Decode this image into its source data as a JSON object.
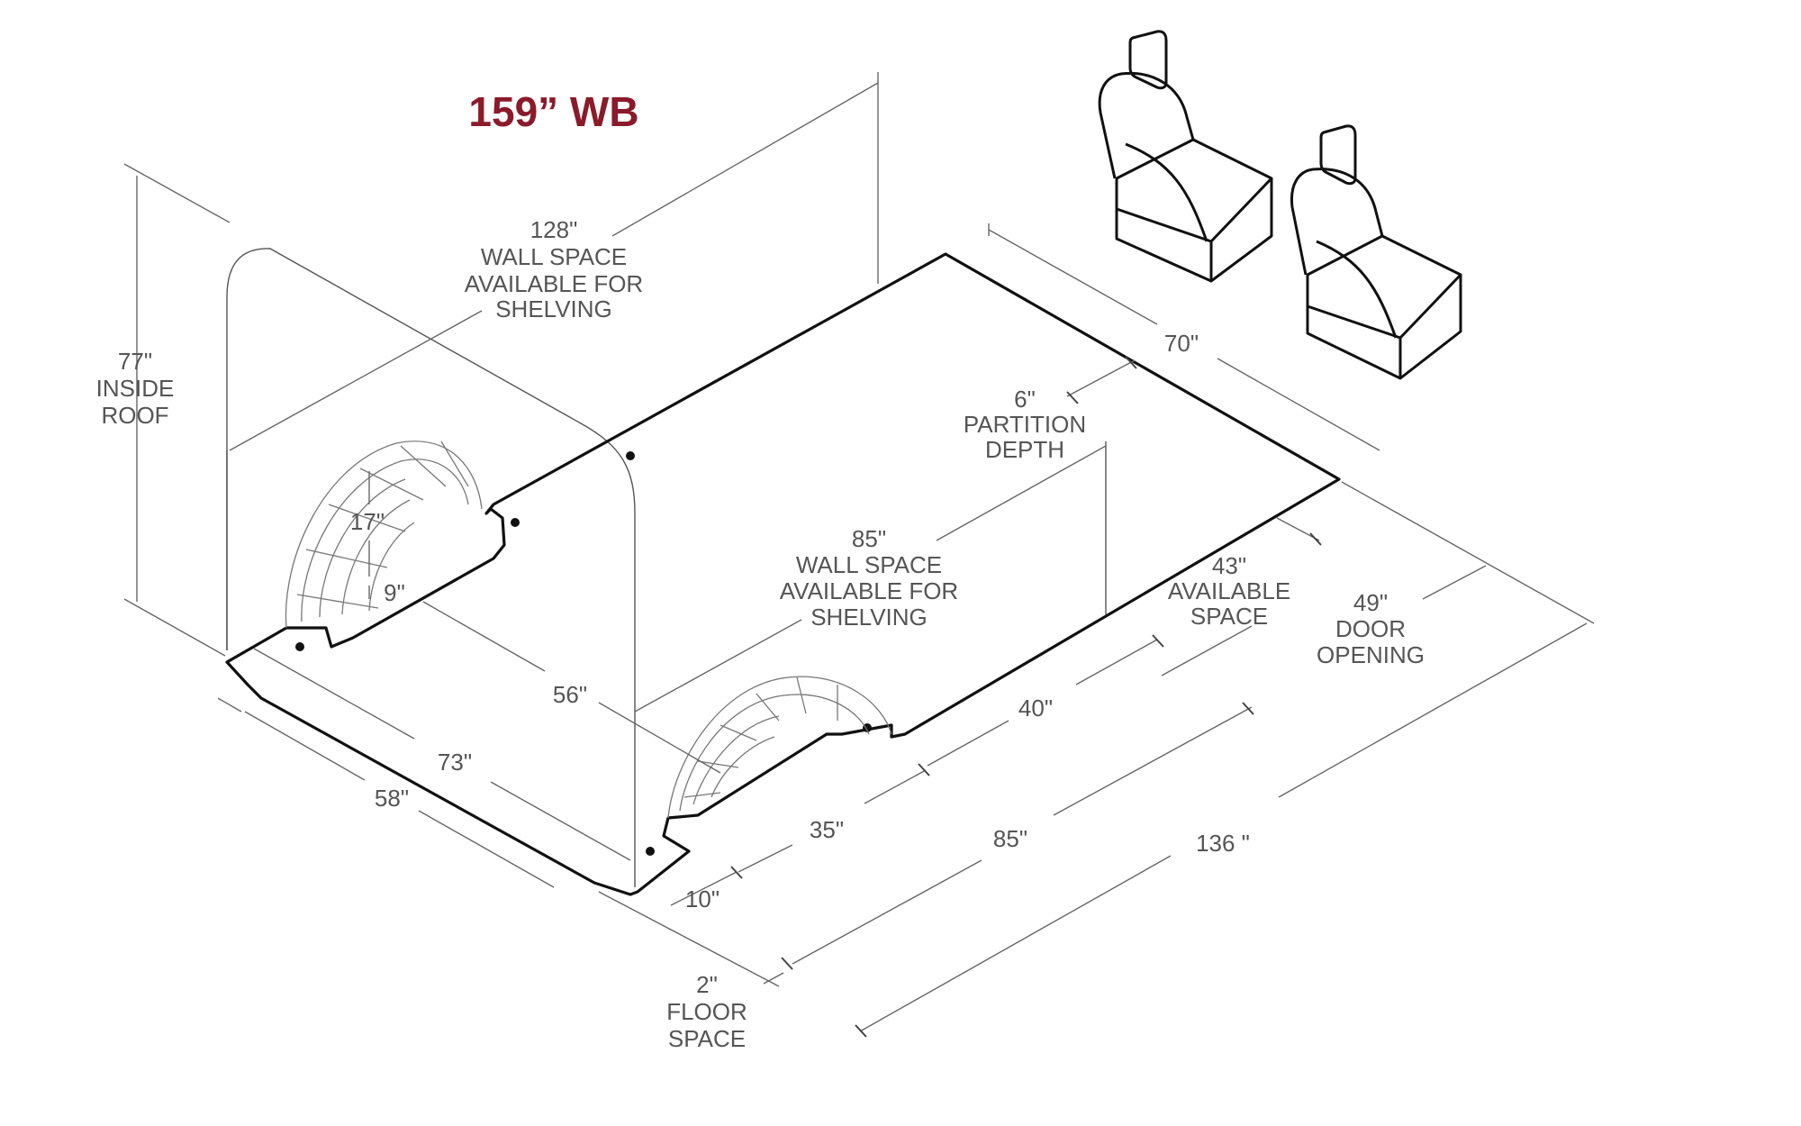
{
  "title": "159” WB",
  "accent_color": "#8b1a2a",
  "labels": {
    "inside_roof": [
      "77\"",
      "INSIDE",
      "ROOF"
    ],
    "wall_space_top": [
      "128\"",
      "WALL SPACE",
      "AVAILABLE FOR",
      "SHELVING"
    ],
    "length_70": "70\"",
    "partition": [
      "6\"",
      "PARTITION",
      "DEPTH"
    ],
    "wall_space_mid": [
      "85\"",
      "WALL SPACE",
      "AVAILABLE FOR",
      "SHELVING"
    ],
    "available": [
      "43\"",
      "AVAILABLE",
      "SPACE"
    ],
    "door": [
      "49\"",
      "DOOR",
      "OPENING"
    ],
    "wheel_height": "17\"",
    "wheel_gap": "9\"",
    "between_wells": "56\"",
    "width_73": "73\"",
    "width_58": "58\"",
    "length_40": "40\"",
    "length_35": "35\"",
    "length_85": "85\"",
    "length_136": "136 \"",
    "length_10": "10\"",
    "floor_space": [
      "2\"",
      "FLOOR",
      "SPACE"
    ]
  }
}
